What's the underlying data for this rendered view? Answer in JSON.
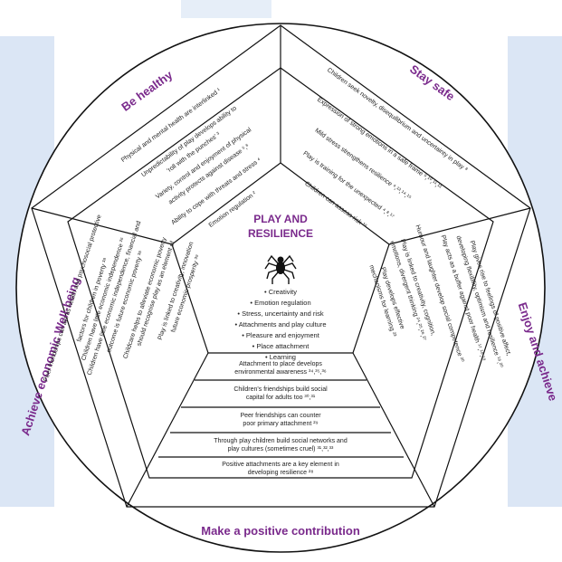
{
  "colors": {
    "title": "#7a2a8c",
    "background_tint": "#dbe6f5",
    "line": "#111111"
  },
  "icon": "spider-icon",
  "center": {
    "title_line1": "PLAY AND",
    "title_line2": "RESILIENCE",
    "list": [
      "• Creativity",
      "• Emotion regulation",
      "• Stress, uncertainty and risk",
      "• Attachments and play culture",
      "• Pleasure and enjoyment",
      "• Place attachment",
      "• Learning"
    ]
  },
  "sections": {
    "be_healthy": {
      "title": "Be healthy",
      "items": [
        "Physical and mental health are interlinked ¹",
        "Unpredictability of play develops ability to",
        "'roll with the punches' ³",
        "Variety, control and enjoyment of physical",
        "activity protects against disease ⁵,⁶",
        "Ability to cope with threats and stress ⁴",
        "Emotion regulation ²"
      ]
    },
    "stay_safe": {
      "title": "Stay safe",
      "items": [
        "Children seek novelty, disequilibrium and uncertainty in play ⁸",
        "Expression of strong emotions in a safe frame ⁹,¹⁰,¹¹,¹²",
        "Mild stress strengthens resilience ⁴,¹³,¹⁴,¹⁵",
        "Play is training for the unexpected ⁴,⁸,¹⁷",
        "Children can assess risk ¹⁶"
      ]
    },
    "enjoy_achieve": {
      "title": "Enjoy and achieve",
      "items": [
        "Play gives rise to feelings of positive affect,",
        "developing flexibility, optimism and resilience ¹⁸,²⁰",
        "Play acts as a buffer against poor health ¹⁷,¹⁸,¹⁹",
        "Humour and laughter develop social competence ²⁰",
        "Play is linked to creativity, cognition,",
        "emotions, divergent thinking ²⁴,²⁵,²⁶,²⁷",
        "Play develops effective",
        "mechanisms for learning ²³"
      ]
    },
    "contribution": {
      "title": "Make a positive contribution",
      "rows": [
        "Attachment to place develops",
        "environmental awareness ³⁴,³⁵,³⁶",
        "Children's friendships build social",
        "capital for adults too ³⁰,³¹",
        "Peer friendships can counter",
        "poor primary attachment ²⁹",
        "Through play children build social networks and",
        "play cultures (sometimes cruel) ³¹,³²,³³",
        "Positive attachments are a key element in",
        "developing resilience ²⁸"
      ]
    },
    "economic": {
      "title": "Achieve economic Well-being",
      "items": [
        "Peer friendships can act as health and psychosocial protective",
        "factors for children in poverty ³⁸",
        "Children have little economic independence ²⁶",
        "Children have little economic independence, financial and",
        "outcome is future economic poverty ³⁸",
        "Childcare helps to alleviate economic poverty",
        "should recognise play as an element of",
        "Play is linked to creativity, innovation",
        "future economic prosperity ³⁹"
      ]
    }
  }
}
